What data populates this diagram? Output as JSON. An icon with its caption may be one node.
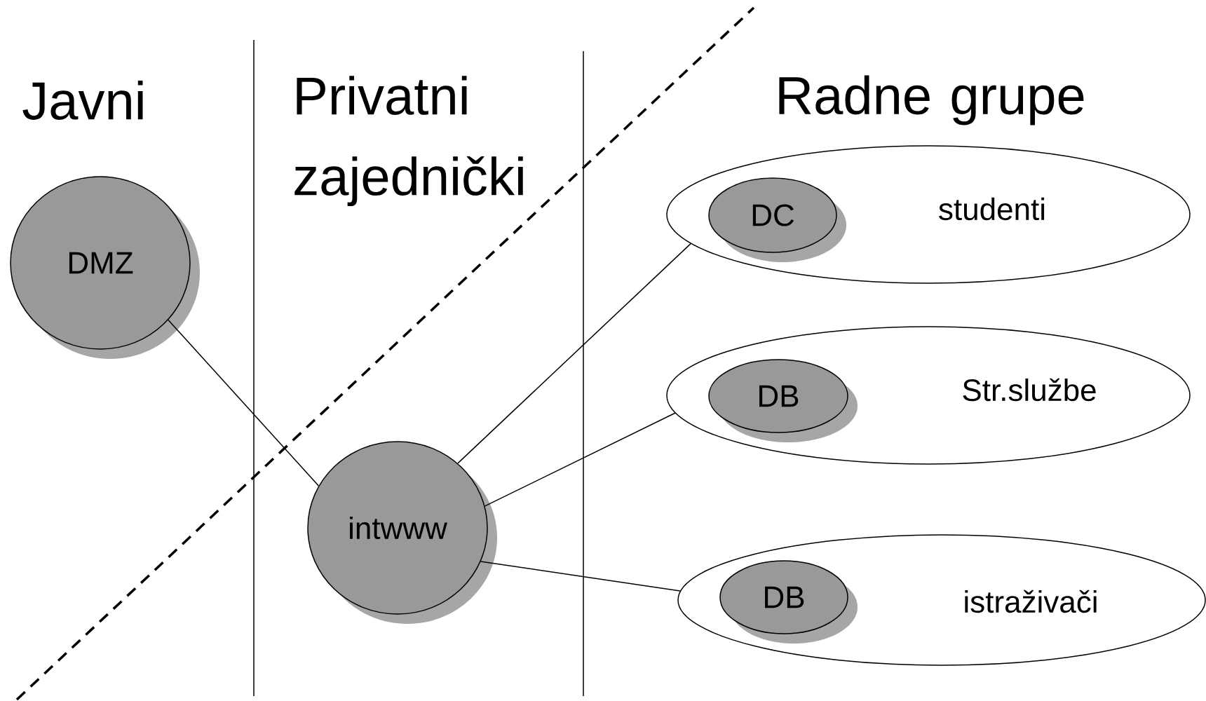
{
  "diagram": {
    "nodes": [
      {
        "text": [
          "DMZ"
        ]
      },
      {
        "text": [
          "intwww"
        ]
      },
      {
        "text": [
          "studenti"
        ]
      },
      {
        "text": [
          "DC"
        ],
        "in": 2
      },
      {
        "text": [
          "Str.službe"
        ]
      },
      {
        "text": [
          "DB"
        ],
        "in": 4
      },
      {
        "text": [
          "istraživači"
        ]
      },
      {
        "text": [
          "DB"
        ],
        "in": 6
      }
    ],
    "edges": [
      {
        "from": 0,
        "to": 1,
        "arrow": "none"
      },
      {
        "from": 1,
        "to": 2,
        "arrow": "none"
      },
      {
        "from": 1,
        "to": 4,
        "arrow": "none"
      },
      {
        "from": 1,
        "to": 6,
        "arrow": "none"
      }
    ],
    "labels": [
      "Javni",
      "Privatni zajednički",
      "Radne grupe"
    ]
  }
}
